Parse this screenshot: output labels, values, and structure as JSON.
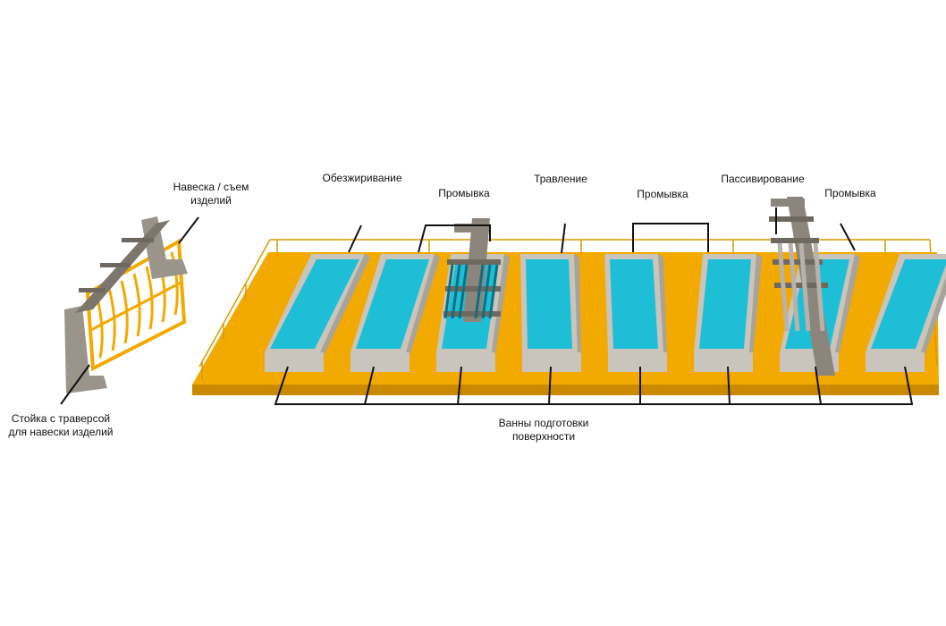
{
  "labels": {
    "hanging": [
      "Навеска / съем",
      "изделий"
    ],
    "degreasing": "Обезжиривание",
    "rinse_1": "Промывка",
    "etching": "Травление",
    "rinse_2": "Промывка",
    "passivation": "Пассивирование",
    "rinse_3": "Промывка",
    "stand": [
      "Стойка с траверсой",
      "для навески изделий"
    ],
    "baths": [
      "Ванны подготовки",
      "поверхности"
    ]
  },
  "colors": {
    "platform": "#f2a900",
    "platform_edge": "#c98a00",
    "water": "#1ebfd6",
    "water_dark": "#0e9ab4",
    "tank_wall": "#c9c4bc",
    "tank_wall_dark": "#a8a39b",
    "frame": "#8c857c",
    "frame_dark": "#6e685f",
    "leader_line": "#111111"
  }
}
